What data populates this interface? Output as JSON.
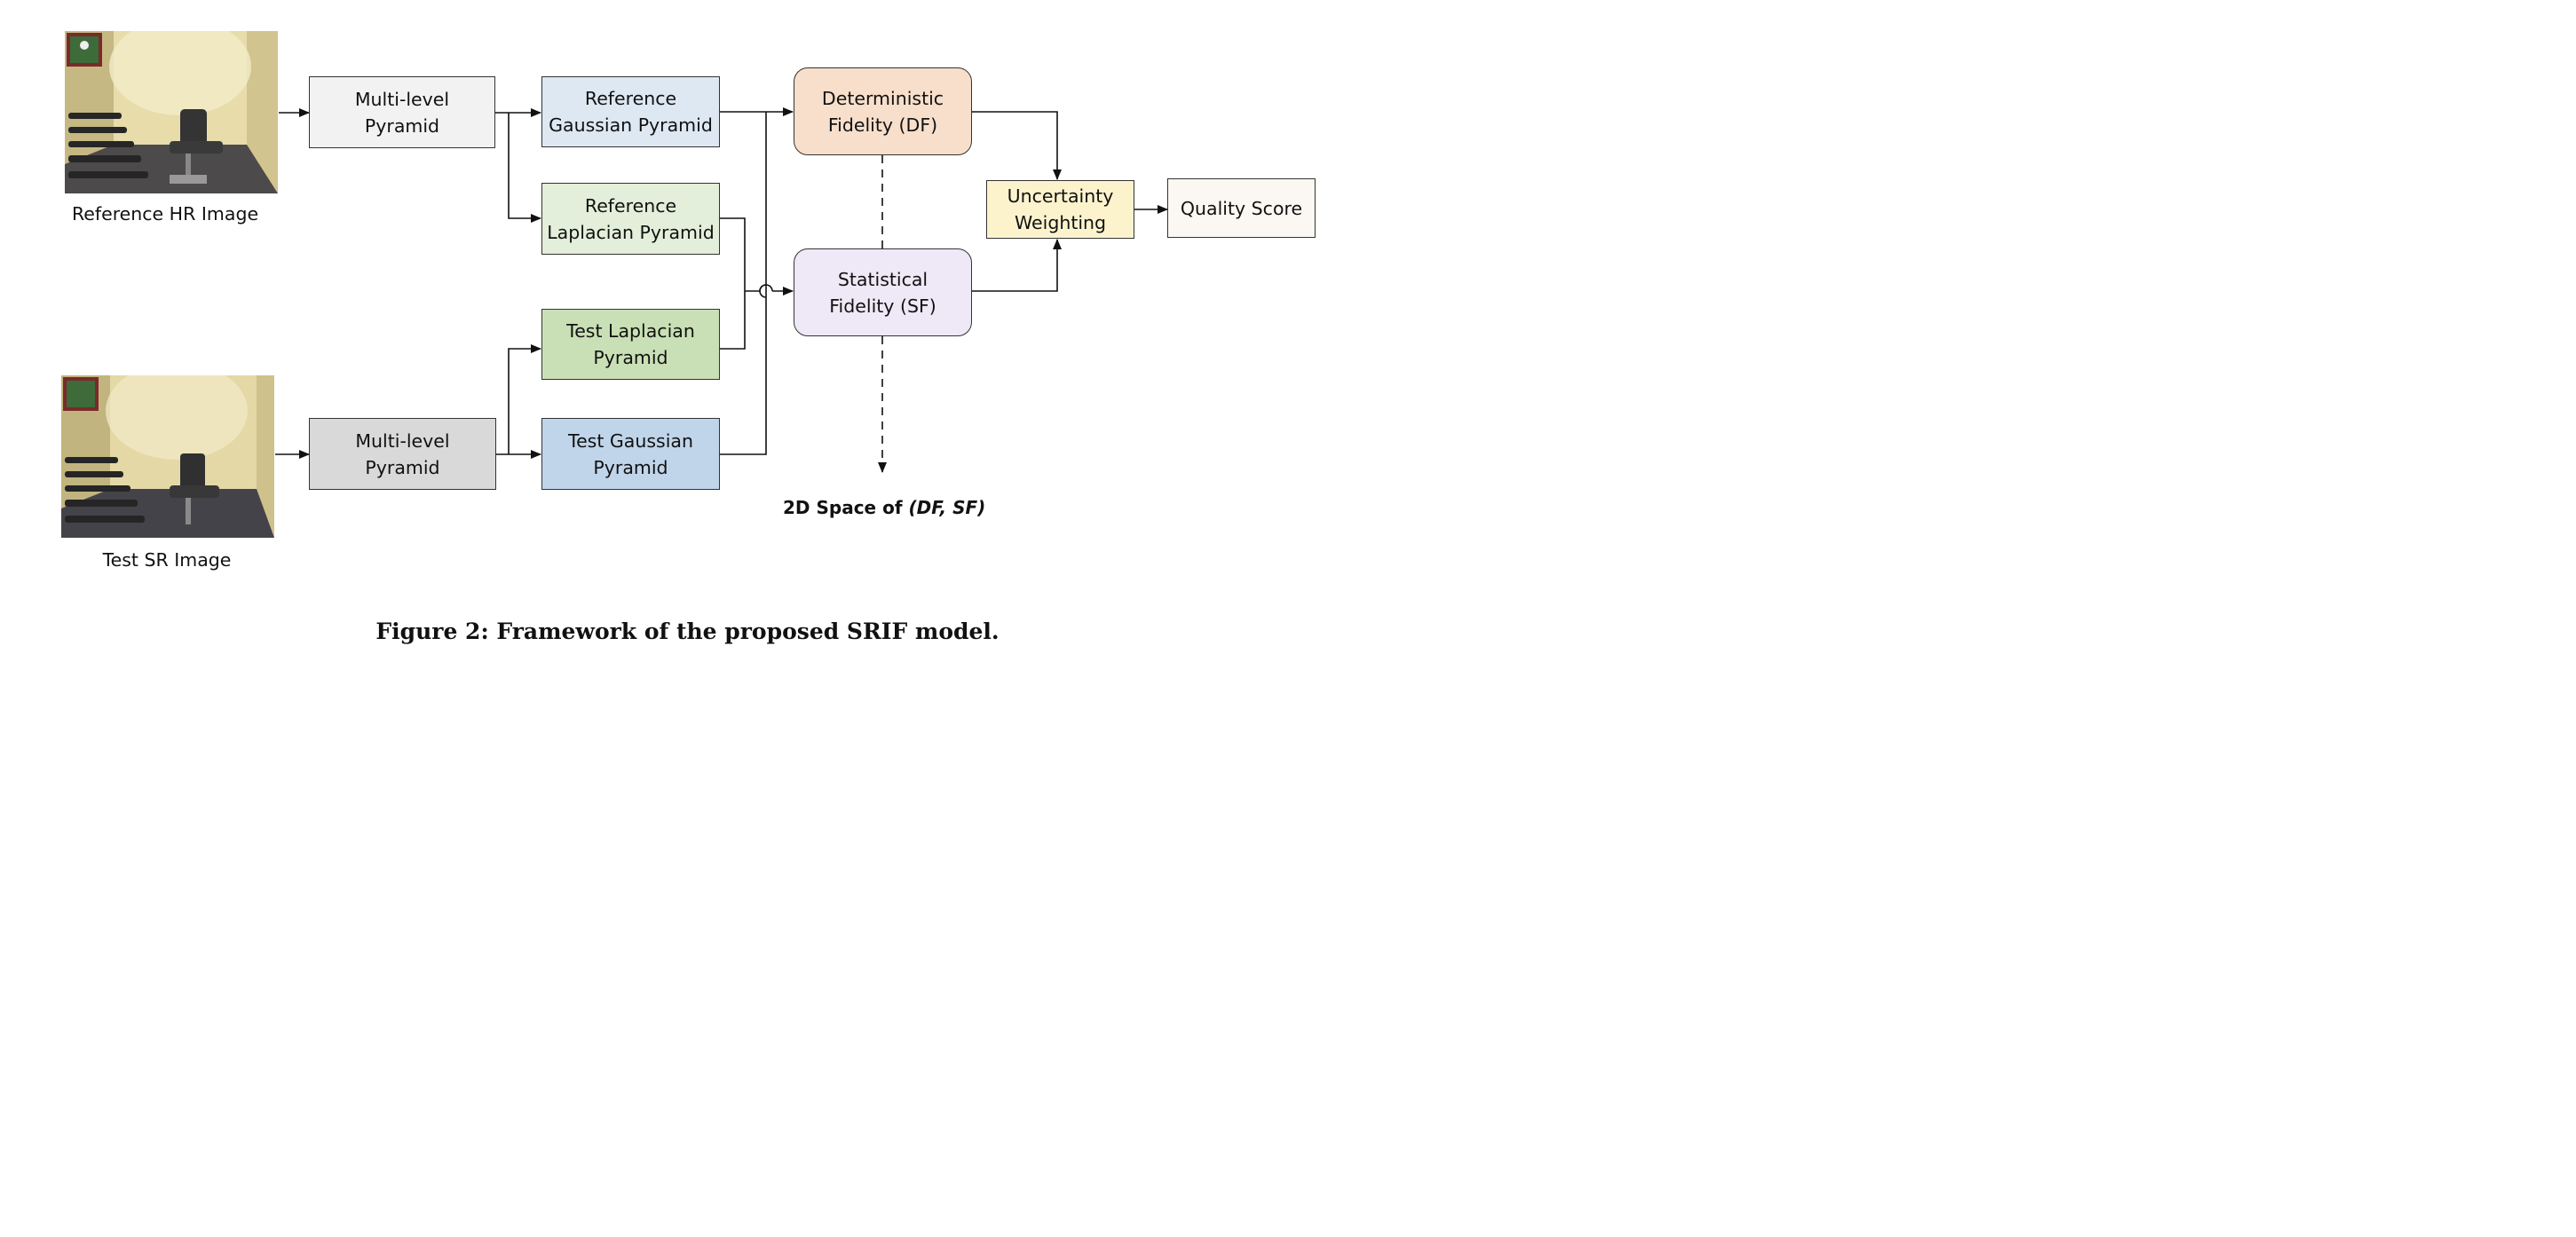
{
  "images": {
    "reference": {
      "label": "Reference HR Image"
    },
    "test": {
      "label": "Test SR Image"
    }
  },
  "boxes": {
    "ref_pyramid": {
      "label": "Multi-level\nPyramid"
    },
    "test_pyramid": {
      "label": "Multi-level\nPyramid"
    },
    "ref_gaussian": {
      "label": "Reference\nGaussian Pyramid"
    },
    "ref_laplacian": {
      "label": "Reference\nLaplacian Pyramid"
    },
    "test_laplacian": {
      "label": "Test Laplacian\nPyramid"
    },
    "test_gaussian": {
      "label": "Test Gaussian\nPyramid"
    },
    "df": {
      "label": "Deterministic\nFidelity (DF)"
    },
    "sf": {
      "label": "Statistical\nFidelity (SF)"
    },
    "uncertainty": {
      "label": "Uncertainty\nWeighting"
    },
    "quality": {
      "label": "Quality Score"
    }
  },
  "space": {
    "prefix": "2D Space of ",
    "emphasis": "(DF, SF)"
  },
  "caption": "Figure 2: Framework of the proposed SRIF model.",
  "colors": {
    "ref_pyramid": "#f2f2f2",
    "test_pyramid": "#d9d9d9",
    "ref_gaussian": "#dde8f3",
    "ref_laplacian": "#e3efda",
    "test_laplacian": "#c9e0b6",
    "test_gaussian": "#c0d5ea",
    "df": "#f7dfcc",
    "sf": "#efe8f6",
    "uncertainty": "#fcf3cd",
    "quality": "#fbf8f3"
  }
}
